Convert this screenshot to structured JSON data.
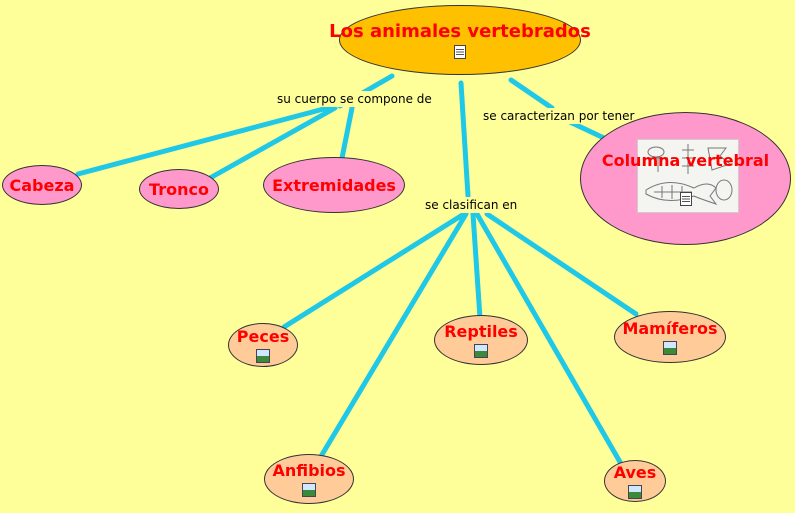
{
  "root": {
    "label": "Los animales vertebrados",
    "icon": "document-icon"
  },
  "link_labels": {
    "compone": "su cuerpo se compone de",
    "caracterizan": "se caracterizan por tener",
    "clasifican": "se clasifican en"
  },
  "parts": [
    "Cabeza",
    "Tronco",
    "Extremidades"
  ],
  "feature": {
    "label": "Columna vertebral",
    "icon": "document-icon",
    "image": "skeleton-illustrations"
  },
  "classes": [
    {
      "label": "Peces",
      "icon": "image-icon"
    },
    {
      "label": "Reptiles",
      "icon": "image-icon"
    },
    {
      "label": "Mamíferos",
      "icon": "image-icon"
    },
    {
      "label": "Anfibios",
      "icon": "image-icon"
    },
    {
      "label": "Aves",
      "icon": "image-icon"
    }
  ],
  "colors": {
    "background": "#ffff99",
    "root_fill": "#ffc000",
    "part_fill": "#ff99cc",
    "class_fill": "#ffcc99",
    "text": "#ff0000",
    "connector": "#1ec8e6"
  }
}
